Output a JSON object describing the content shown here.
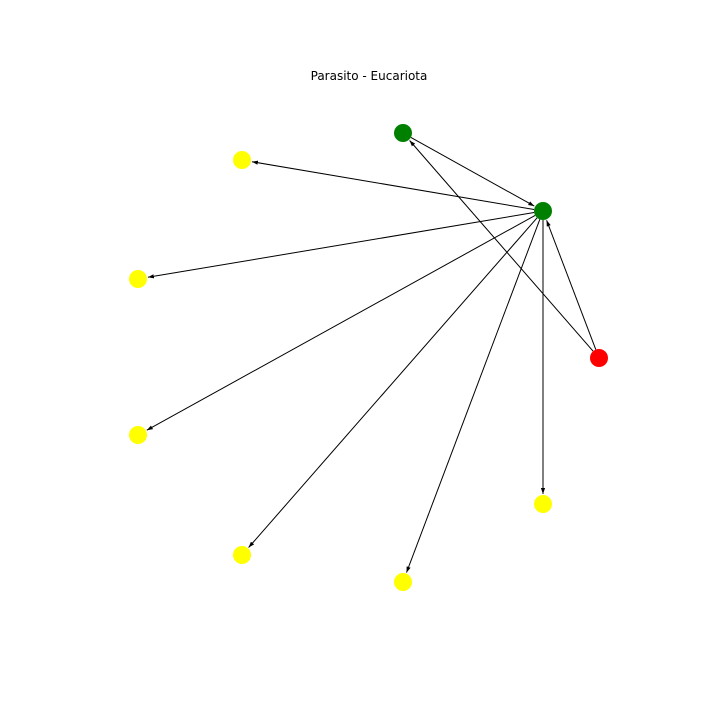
{
  "figure": {
    "title": "Parasito - Eucariota"
  },
  "colors": {
    "green": "#008000",
    "yellow": "#ffff00",
    "red": "#ff0000",
    "edge": "#000000"
  },
  "graph": {
    "directed": true,
    "nodes": [
      {
        "id": "n1",
        "color": "green"
      },
      {
        "id": "n2",
        "color": "green"
      },
      {
        "id": "n3",
        "color": "yellow"
      },
      {
        "id": "n4",
        "color": "yellow"
      },
      {
        "id": "n5",
        "color": "yellow"
      },
      {
        "id": "n6",
        "color": "yellow"
      },
      {
        "id": "n7",
        "color": "yellow"
      },
      {
        "id": "n8",
        "color": "yellow"
      },
      {
        "id": "n9",
        "color": "red"
      }
    ],
    "edges": [
      {
        "from": "n1",
        "to": "n2"
      },
      {
        "from": "n2",
        "to": "n3"
      },
      {
        "from": "n2",
        "to": "n4"
      },
      {
        "from": "n2",
        "to": "n5"
      },
      {
        "from": "n2",
        "to": "n6"
      },
      {
        "from": "n2",
        "to": "n7"
      },
      {
        "from": "n2",
        "to": "n8"
      },
      {
        "from": "n9",
        "to": "n1"
      },
      {
        "from": "n9",
        "to": "n2"
      }
    ]
  }
}
